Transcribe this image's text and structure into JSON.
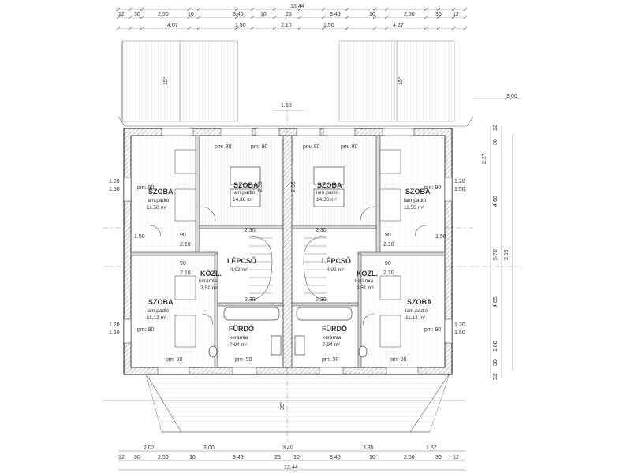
{
  "dims_top": {
    "overall": "13.44",
    "row1": [
      "12",
      "30",
      "2.50",
      "10",
      "3.45",
      "10",
      "25",
      "3.45",
      "10",
      "2.50",
      "30",
      "12"
    ],
    "row2": [
      "4.07",
      "1.50",
      "2.10",
      "1.50",
      "4.27"
    ],
    "center": "1.50"
  },
  "dims_bottom": {
    "overall": "13.44",
    "row1": [
      "12",
      "30",
      "2.50",
      "10",
      "3.45",
      "25",
      "10",
      "3.45",
      "10",
      "2.50",
      "30",
      "12"
    ],
    "row2": [
      "2.02",
      "3.00",
      "3.40",
      "3.35",
      "1.67"
    ]
  },
  "dims_right": {
    "overall": "9.99",
    "segments": [
      "12",
      "30",
      "2.27",
      "4.60",
      "5.70",
      "4.65",
      "1.80",
      "30",
      "12"
    ],
    "level": "3.00"
  },
  "roof": {
    "pitch": "35°"
  },
  "rooms": [
    {
      "name": "SZOBA",
      "floor": "lam.padló",
      "area": "11,50 m²"
    },
    {
      "name": "SZOBA",
      "floor": "lam.padló",
      "area": "14,38 m²"
    },
    {
      "name": "SZOBA",
      "floor": "lam.padló",
      "area": "14,38 m²"
    },
    {
      "name": "SZOBA",
      "floor": "lam.padló",
      "area": "11,50 m²"
    },
    {
      "name": "LÉPCSŐ",
      "floor": "",
      "area": "4,92 m²"
    },
    {
      "name": "LÉPCSŐ",
      "floor": "",
      "area": "4,92 m²"
    },
    {
      "name": "KÖZL.",
      "floor": "kerámia",
      "area": "3,51 m²"
    },
    {
      "name": "KÖZL.",
      "floor": "kerámia",
      "area": "3,51 m²"
    },
    {
      "name": "SZOBA",
      "floor": "lam.padló",
      "area": "11,13 m²"
    },
    {
      "name": "SZOBA",
      "floor": "lam.padló",
      "area": "11,13 m²"
    },
    {
      "name": "FÜRDŐ",
      "floor": "kerámia",
      "area": "7,94 m²"
    },
    {
      "name": "FÜRDŐ",
      "floor": "kerámia",
      "area": "7,94 m²"
    }
  ],
  "openings": {
    "parapet": "pm: 90",
    "door_w": "90",
    "door_h": "2.10",
    "window_h": "1.50",
    "wall_seg": "1.20",
    "upper_seg": "1.20",
    "hall": "2.30",
    "small": "2.35"
  }
}
